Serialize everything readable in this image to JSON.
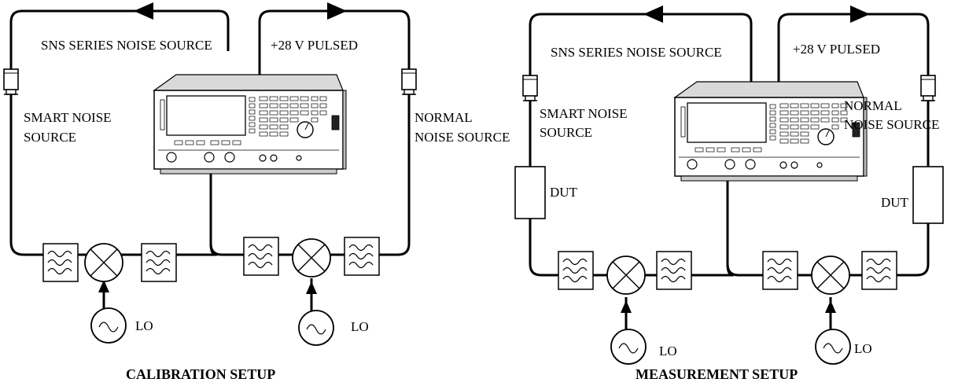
{
  "calibration": {
    "sns_label": "SNS SERIES NOISE SOURCE",
    "pulsed_label": "+28 V PULSED",
    "smart_line1": "SMART NOISE",
    "smart_line2": "SOURCE",
    "normal_line1": "NORMAL",
    "normal_line2": "NOISE SOURCE",
    "lo_left": "LO",
    "lo_right": "LO",
    "caption": "CALIBRATION SETUP"
  },
  "measurement": {
    "sns_label": "SNS SERIES NOISE SOURCE",
    "pulsed_label": "+28 V PULSED",
    "smart_line1": "SMART NOISE",
    "smart_line2": "SOURCE",
    "normal_line1": "NORMAL",
    "normal_line2": "NOISE SOURCE",
    "dut_left": "DUT",
    "dut_right": "DUT",
    "lo_left": "LO",
    "lo_right": "LO",
    "caption": "MEASUREMENT SETUP"
  }
}
